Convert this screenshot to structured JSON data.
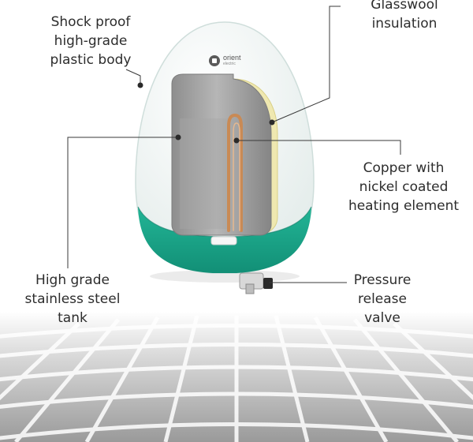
{
  "labels": {
    "shock_proof": [
      "Shock proof",
      "high-grade",
      "plastic body"
    ],
    "glasswool": [
      "Glasswool",
      "insulation"
    ],
    "copper": [
      "Copper with",
      "nickel coated",
      "heating element"
    ],
    "steel": [
      "High grade",
      "stainless steel",
      "tank"
    ],
    "valve": [
      "Pressure",
      "release",
      "valve"
    ]
  },
  "brand": {
    "name": "orient",
    "tagline": "electric"
  },
  "colors": {
    "body_base": "#1aa58a",
    "body_shell": "#eef4f3",
    "tank": "#9c9c9c",
    "insulation": "#efe8b0",
    "heating_element": "#c98a55",
    "callout_line": "#3a3a3a",
    "text": "#2d2d2d"
  }
}
